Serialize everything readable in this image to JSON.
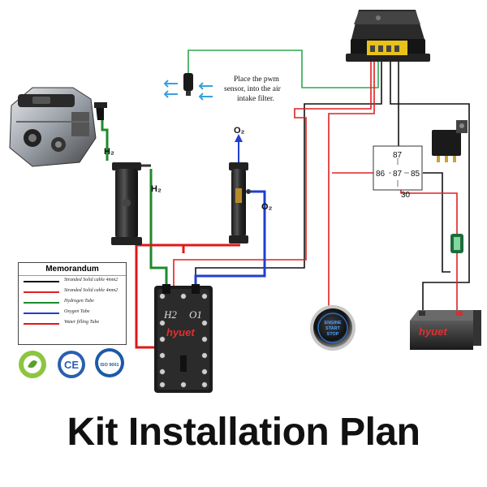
{
  "title": "Kit Installation Plan",
  "controller_note": [
    "Place the pwm",
    "sensor, into the air",
    "intake filter."
  ],
  "tube_labels": {
    "h2_engine": "H₂",
    "h2_tank": "H₂",
    "o2_top": "O₂",
    "o2_side": "O₂"
  },
  "generator_labels": {
    "h2": "H2",
    "o1": "O1",
    "brand": "hyuet"
  },
  "relay_pins": {
    "p87_top": "87",
    "p86": "86",
    "p87_mid": "87",
    "p85": "85",
    "p30": "30"
  },
  "start_button": [
    "ENGINE",
    "START",
    "STOP"
  ],
  "battery_brand": "hyuet",
  "memorandum": {
    "title": "Memorandum",
    "items": [
      {
        "label": "Stranded Solid cable 4mm2",
        "color": "#111111"
      },
      {
        "label": "Stranded Solid cable 4mm2",
        "color": "#e02020"
      },
      {
        "label": "Hydrogen Tube",
        "color": "#1f8a2e"
      },
      {
        "label": "Oxygen Tube",
        "color": "#1f3fd0"
      },
      {
        "label": "Water filling Tube",
        "color": "#e01818"
      }
    ]
  },
  "certifications": [
    "CE",
    "ISO 9001"
  ],
  "colors": {
    "black_wire": "#111111",
    "red_wire": "#e02020",
    "hydrogen": "#1f8a2e",
    "oxygen": "#1f3fd0",
    "water": "#e01818",
    "sensor_wire": "#2fa84f",
    "airflow": "#3aa0e0"
  }
}
